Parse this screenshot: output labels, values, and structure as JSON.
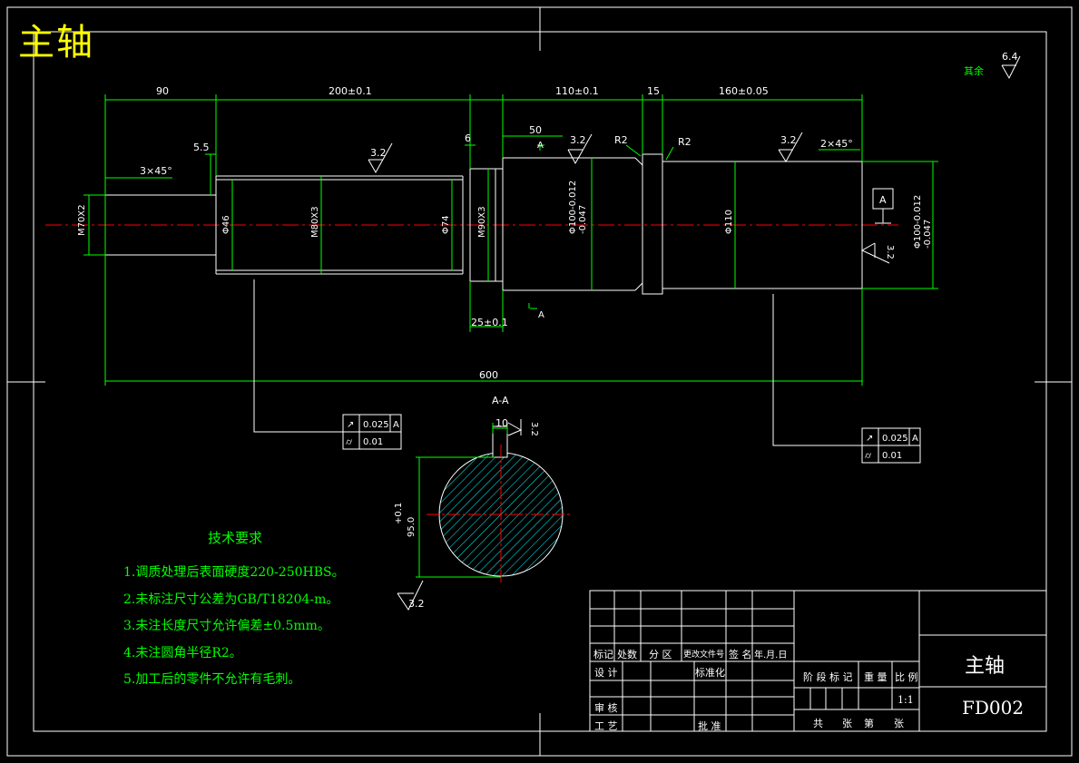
{
  "title": "主轴",
  "drawing": {
    "dims": {
      "d90": "90",
      "d200": "200±0.1",
      "d110": "110±0.1",
      "d15": "15",
      "d160": "160±0.05",
      "d5_5": "5.5",
      "d6": "6",
      "d50": "50",
      "dR2a": "R2",
      "dR2b": "R2",
      "ch_left": "3×45°",
      "ch_right": "2×45°",
      "d25": "25±0.1",
      "d600": "600",
      "m70": "M70X2",
      "phi46": "Φ46",
      "m80": "M80X3",
      "phi74": "Φ74",
      "m90": "M90X3",
      "phi100a": "Φ100-0.012\n-0.047",
      "phi110": "Φ110",
      "phi100b": "Φ100-0.012\n-0.047",
      "sec_label_top": "A",
      "sec_label_bot": "A",
      "datum_a": "A"
    },
    "roughness": {
      "rest": "其余",
      "rest_val": "6.4",
      "r1": "3.2",
      "r2": "3.2",
      "r3": "3.2",
      "r_side": "3.2",
      "r_key": "3.2",
      "r_sec": "3.2"
    },
    "tolerance_left": {
      "sym1": "↗",
      "v1": "0.025",
      "ref": "A",
      "sym2": "⌭",
      "v2": "0.01"
    },
    "tolerance_right": {
      "sym1": "↗",
      "v1": "0.025",
      "ref": "A",
      "sym2": "⌭",
      "v2": "0.01"
    },
    "section": {
      "label": "A-A",
      "key_width": "10",
      "depth_tol": "+0.1",
      "depth": "95.0"
    }
  },
  "tech_requirements": {
    "heading": "技术要求",
    "items": [
      "1.调质处理后表面硬度220-250HBS。",
      "2.未标注尺寸公差为GB/T18204-m。",
      "3.未注长度尺寸允许偏差±0.5mm。",
      "4.未注圆角半径R2。",
      "5.加工后的零件不允许有毛刺。"
    ]
  },
  "title_block": {
    "mark": "标记",
    "count": "处数",
    "zone": "分 区",
    "change_doc": "更改文件号",
    "sign": "签 名",
    "date": "年.月.日",
    "design": "设 计",
    "standard": "标准化",
    "review": "审 核",
    "process": "工 艺",
    "approve": "批 准",
    "stage": "阶 段 标 记",
    "weight": "重 量",
    "scale": "比 例",
    "scale_val": "1:1",
    "total": "共",
    "sheets": "张",
    "sheet_no": "第",
    "sheet_end": "张",
    "part_name": "主轴",
    "drawing_no": "FD002"
  }
}
